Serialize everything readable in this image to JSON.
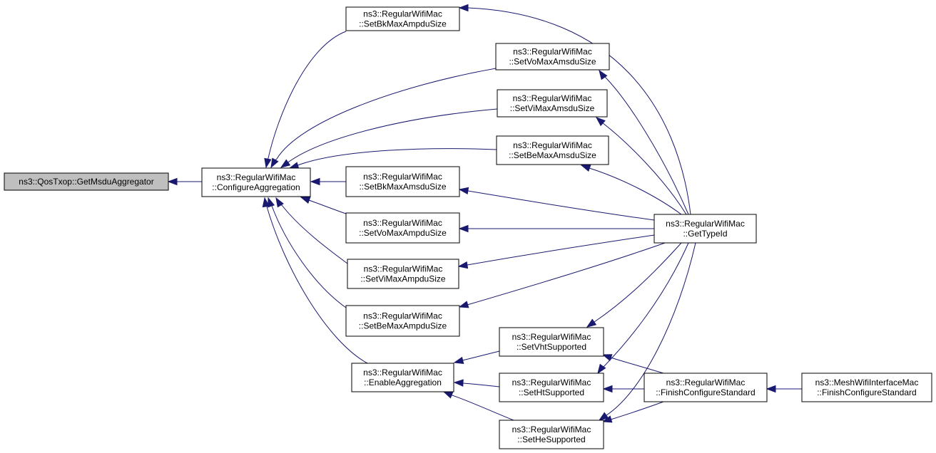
{
  "graph": {
    "edge_color": "#191970",
    "root_fill": "#bfbfbf",
    "nodes": [
      {
        "id": "getMsduAggregator",
        "lines": [
          "ns3::QosTxop::GetMsduAggregator"
        ]
      },
      {
        "id": "configureAggregation",
        "lines": [
          "ns3::RegularWifiMac",
          "::ConfigureAggregation"
        ]
      },
      {
        "id": "setBkMaxAmpduSize",
        "lines": [
          "ns3::RegularWifiMac",
          "::SetBkMaxAmpduSize"
        ]
      },
      {
        "id": "setVoMaxAmsduSize",
        "lines": [
          "ns3::RegularWifiMac",
          "::SetVoMaxAmsduSize"
        ]
      },
      {
        "id": "setViMaxAmsduSize",
        "lines": [
          "ns3::RegularWifiMac",
          "::SetViMaxAmsduSize"
        ]
      },
      {
        "id": "setBeMaxAmsduSize",
        "lines": [
          "ns3::RegularWifiMac",
          "::SetBeMaxAmsduSize"
        ]
      },
      {
        "id": "setBkMaxAmsduSize",
        "lines": [
          "ns3::RegularWifiMac",
          "::SetBkMaxAmsduSize"
        ]
      },
      {
        "id": "setVoMaxAmpduSize",
        "lines": [
          "ns3::RegularWifiMac",
          "::SetVoMaxAmpduSize"
        ]
      },
      {
        "id": "setViMaxAmpduSize",
        "lines": [
          "ns3::RegularWifiMac",
          "::SetViMaxAmpduSize"
        ]
      },
      {
        "id": "setBeMaxAmpduSize",
        "lines": [
          "ns3::RegularWifiMac",
          "::SetBeMaxAmpduSize"
        ]
      },
      {
        "id": "enableAggregation",
        "lines": [
          "ns3::RegularWifiMac",
          "::EnableAggregation"
        ]
      },
      {
        "id": "setVhtSupported",
        "lines": [
          "ns3::RegularWifiMac",
          "::SetVhtSupported"
        ]
      },
      {
        "id": "setHtSupported",
        "lines": [
          "ns3::RegularWifiMac",
          "::SetHtSupported"
        ]
      },
      {
        "id": "setHeSupported",
        "lines": [
          "ns3::RegularWifiMac",
          "::SetHeSupported"
        ]
      },
      {
        "id": "getTypeId",
        "lines": [
          "ns3::RegularWifiMac",
          "::GetTypeId"
        ]
      },
      {
        "id": "finishConfigureStandard",
        "lines": [
          "ns3::RegularWifiMac",
          "::FinishConfigureStandard"
        ]
      },
      {
        "id": "meshFinishConfigureStandard",
        "lines": [
          "ns3::MeshWifiInterfaceMac",
          "::FinishConfigureStandard"
        ]
      }
    ]
  }
}
